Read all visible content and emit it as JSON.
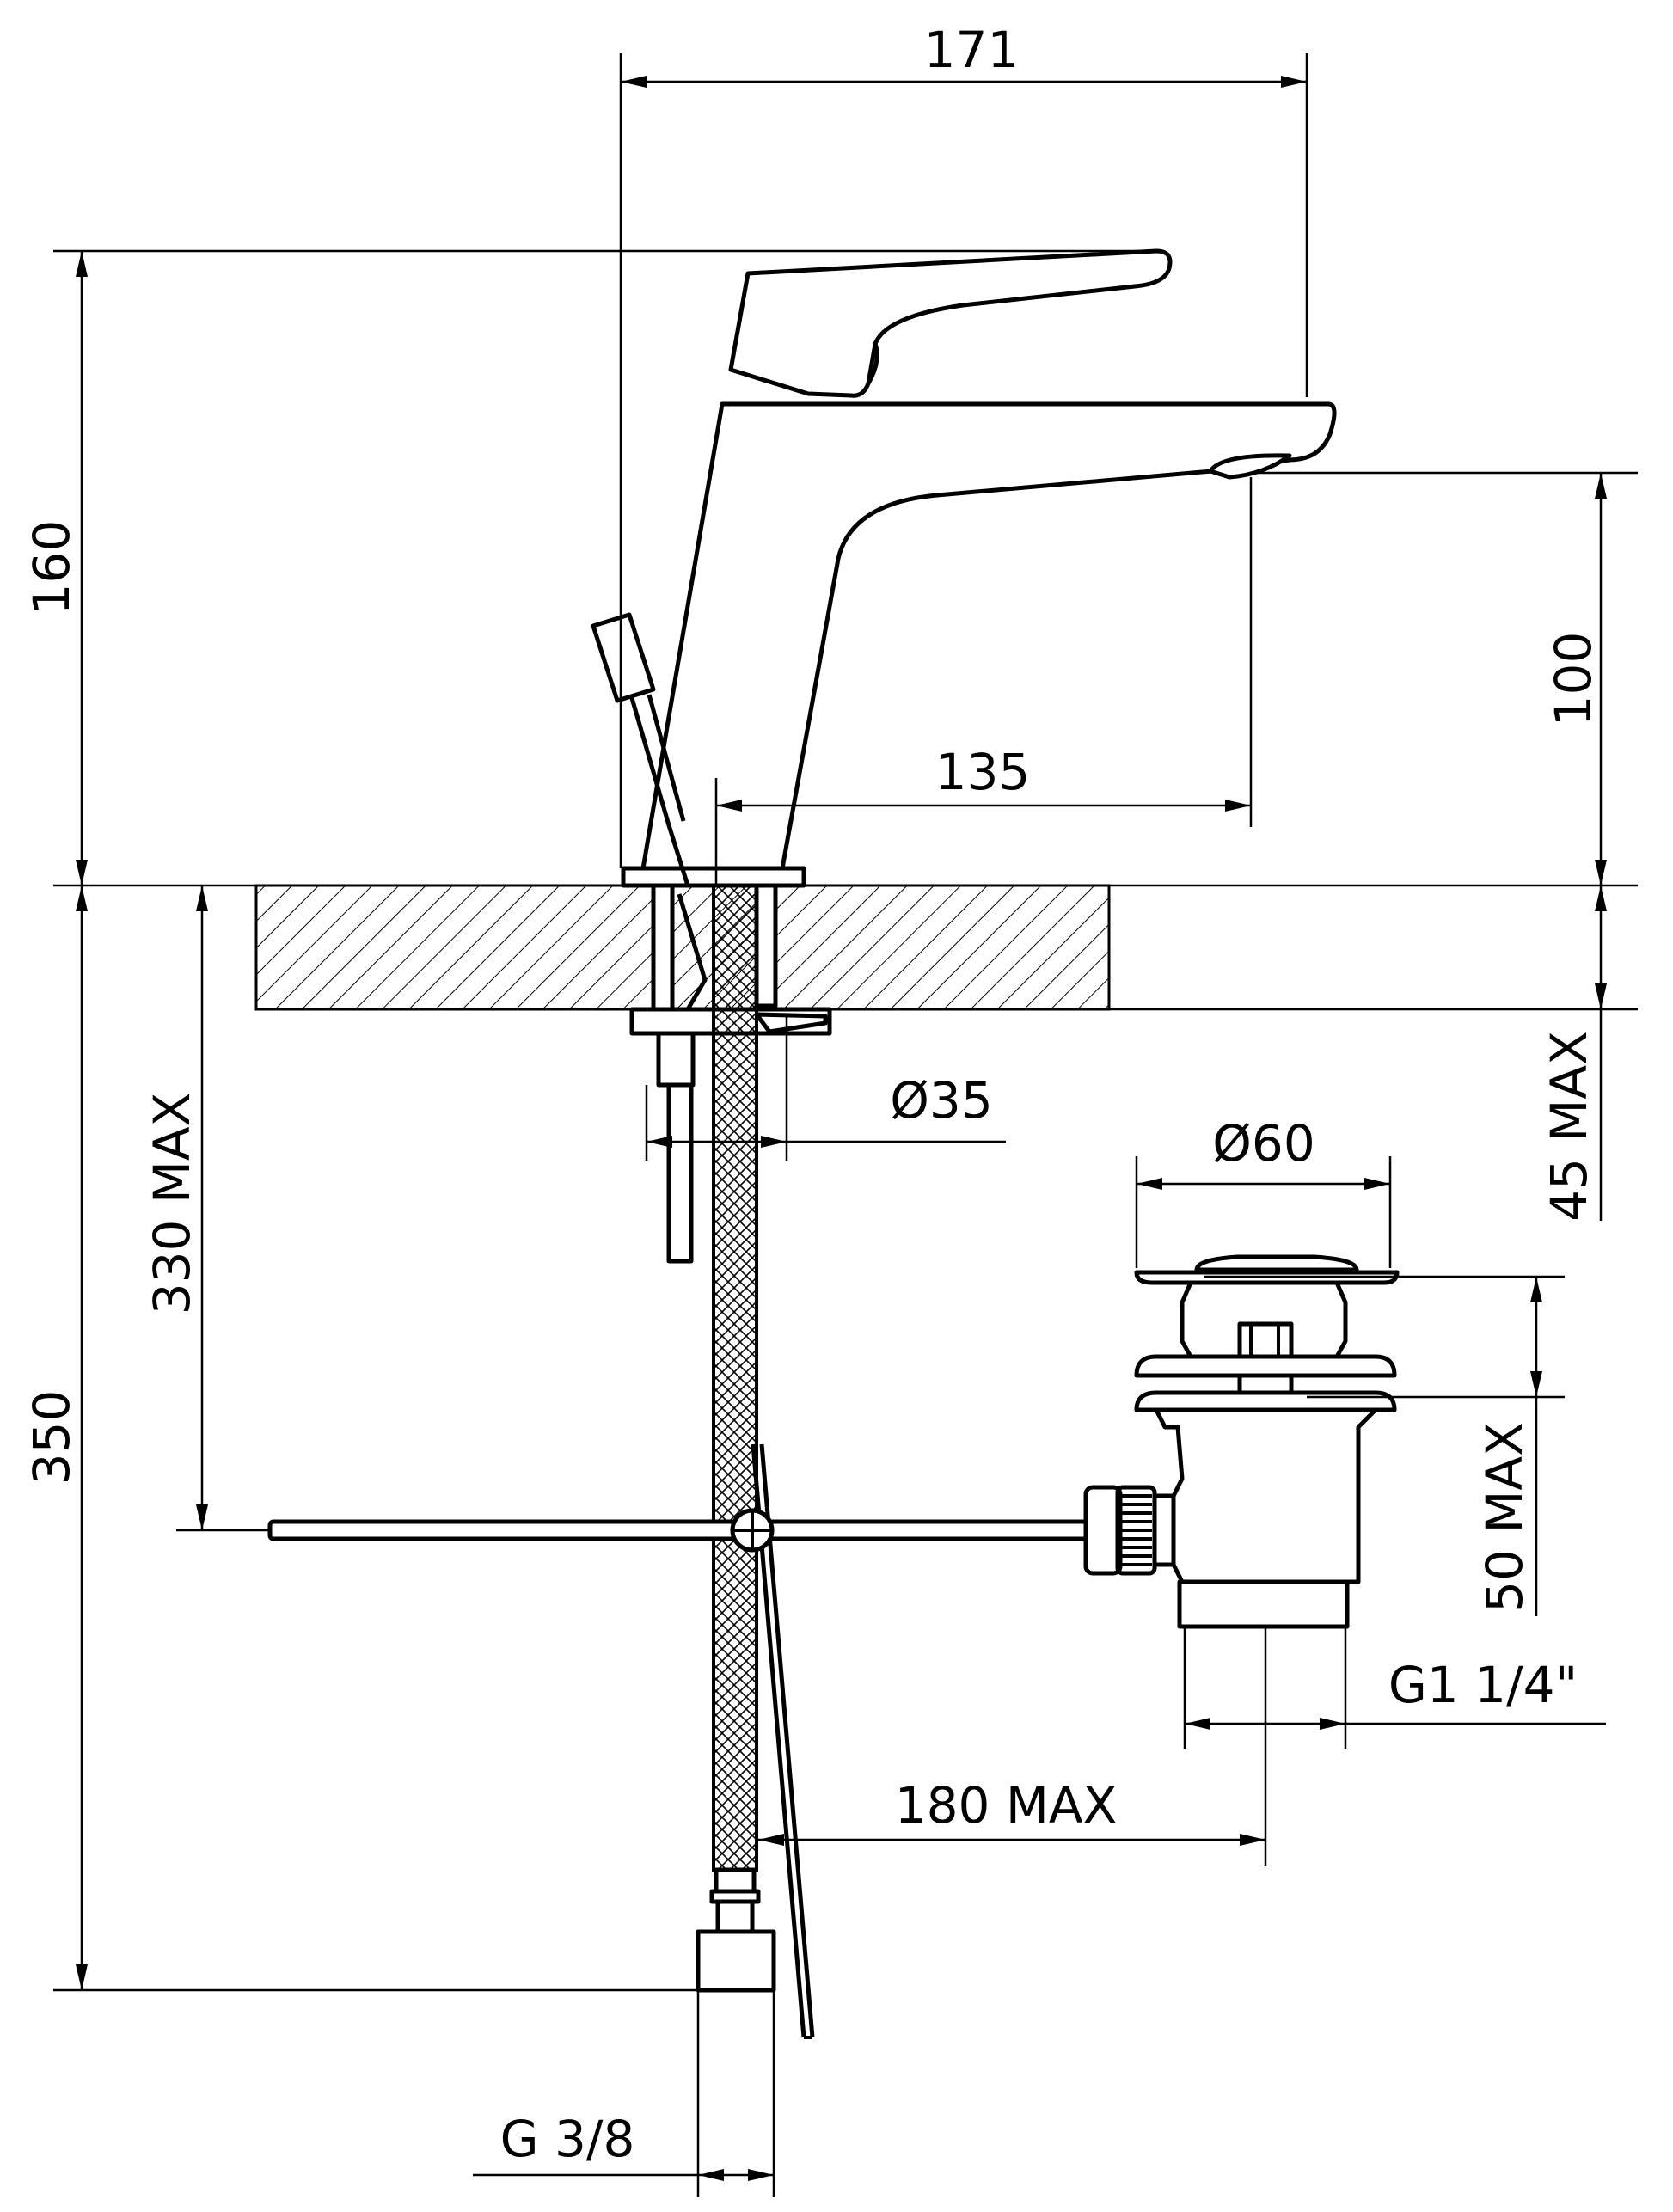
{
  "drawing": {
    "dimensions": {
      "total_width": "171",
      "total_height_above": "160",
      "spout_height": "100",
      "spout_reach": "135",
      "worktop_thickness": "45 MAX",
      "rod_depth": "330 MAX",
      "total_depth_below": "350",
      "hole_diameter": "Ø35",
      "waste_diameter": "Ø60",
      "waste_height": "50 MAX",
      "waste_thread": "G1 1/4\"",
      "rod_reach": "180 MAX",
      "hose_thread": "G 3/8"
    }
  }
}
